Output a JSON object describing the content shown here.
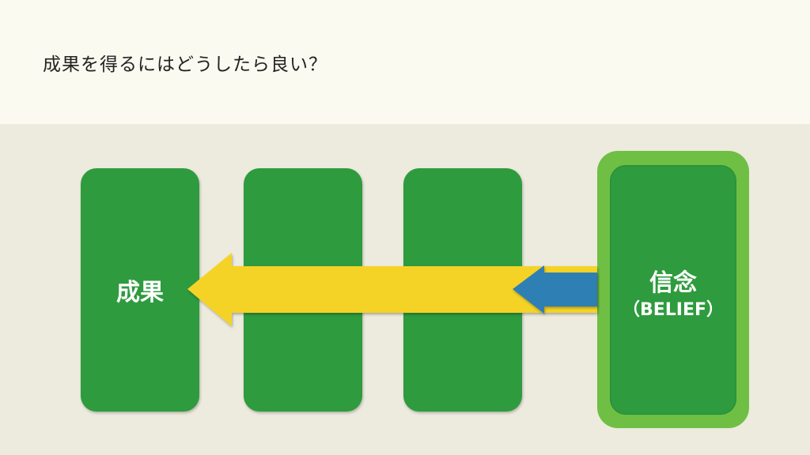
{
  "title": "成果を得るにはどうしたら良い？",
  "result_label": "成果",
  "belief_label": "信念",
  "belief_sub_label": "（BELIEF）",
  "colors": {
    "header_bg": "#fafaf0",
    "stage_bg": "#ecebdd",
    "card_green": "#2e9b3e",
    "frame_green": "#6fbf45",
    "arrow_yellow": "#f5d327",
    "arrow_blue": "#2e7fb4"
  }
}
